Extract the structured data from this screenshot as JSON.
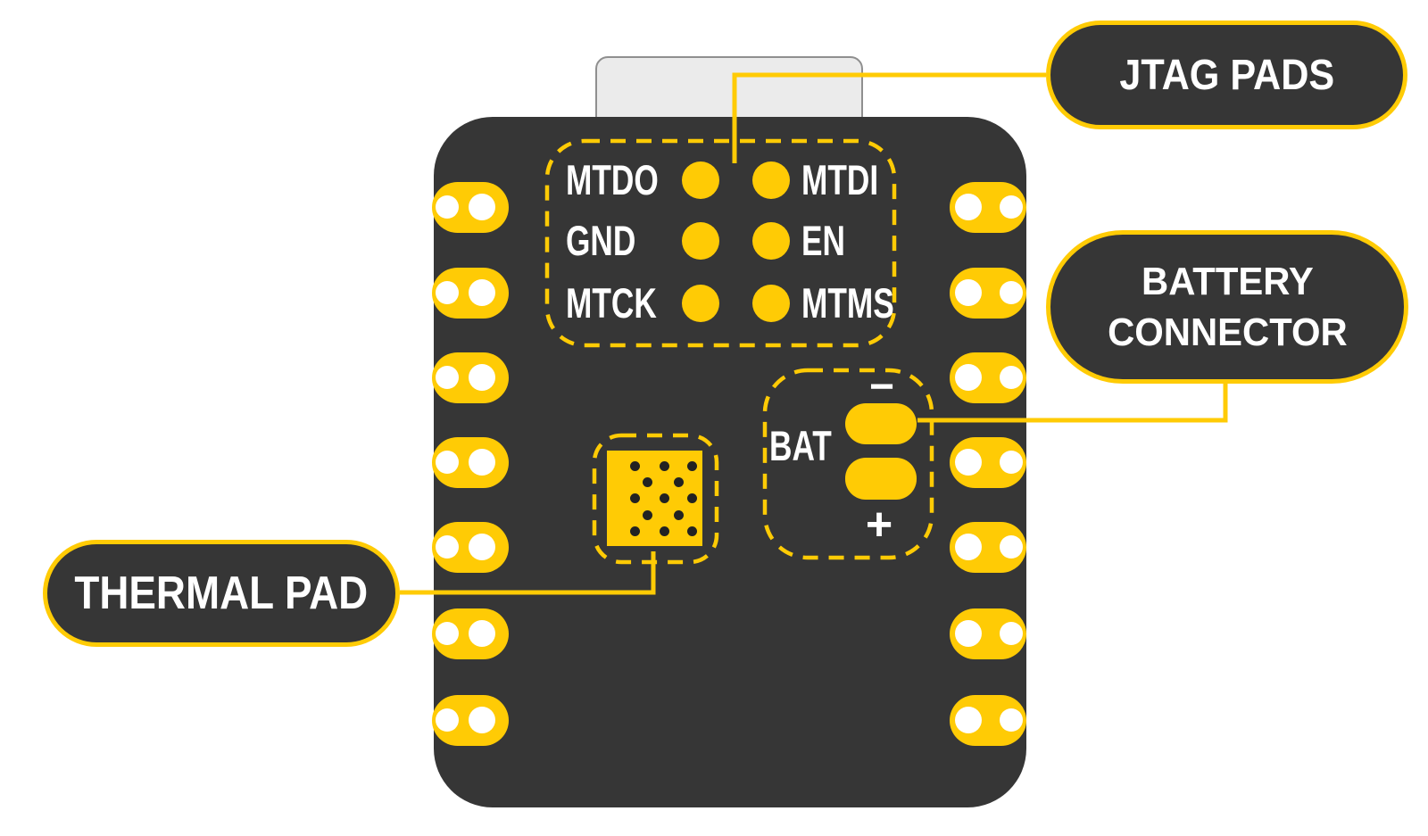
{
  "colors": {
    "accent_yellow": "#FFCB05",
    "board_dark": "#363636",
    "text_white": "#FFFFFF",
    "usb_gray": "#EBEBEB",
    "usb_border_gray": "#8F8F8F",
    "thermal_dot_dark": "#222222",
    "background": "#FFFFFF"
  },
  "callouts": {
    "jtag": {
      "label": "JTAG PADS"
    },
    "battery": {
      "line1": "BATTERY",
      "line2": "CONNECTOR"
    },
    "thermal": {
      "label": "THERMAL PAD"
    }
  },
  "board": {
    "jtag_area": {
      "rows": [
        {
          "left_label": "MTDO",
          "right_label": "MTDI"
        },
        {
          "left_label": "GND",
          "right_label": "EN"
        },
        {
          "left_label": "MTCK",
          "right_label": "MTMS"
        }
      ]
    },
    "battery_area": {
      "label": "BAT",
      "negative_mark": "−",
      "positive_mark": "+"
    },
    "thermal_pad": {
      "dot_count": 13
    },
    "edge_pads": {
      "left_count": 7,
      "right_count": 7
    }
  }
}
